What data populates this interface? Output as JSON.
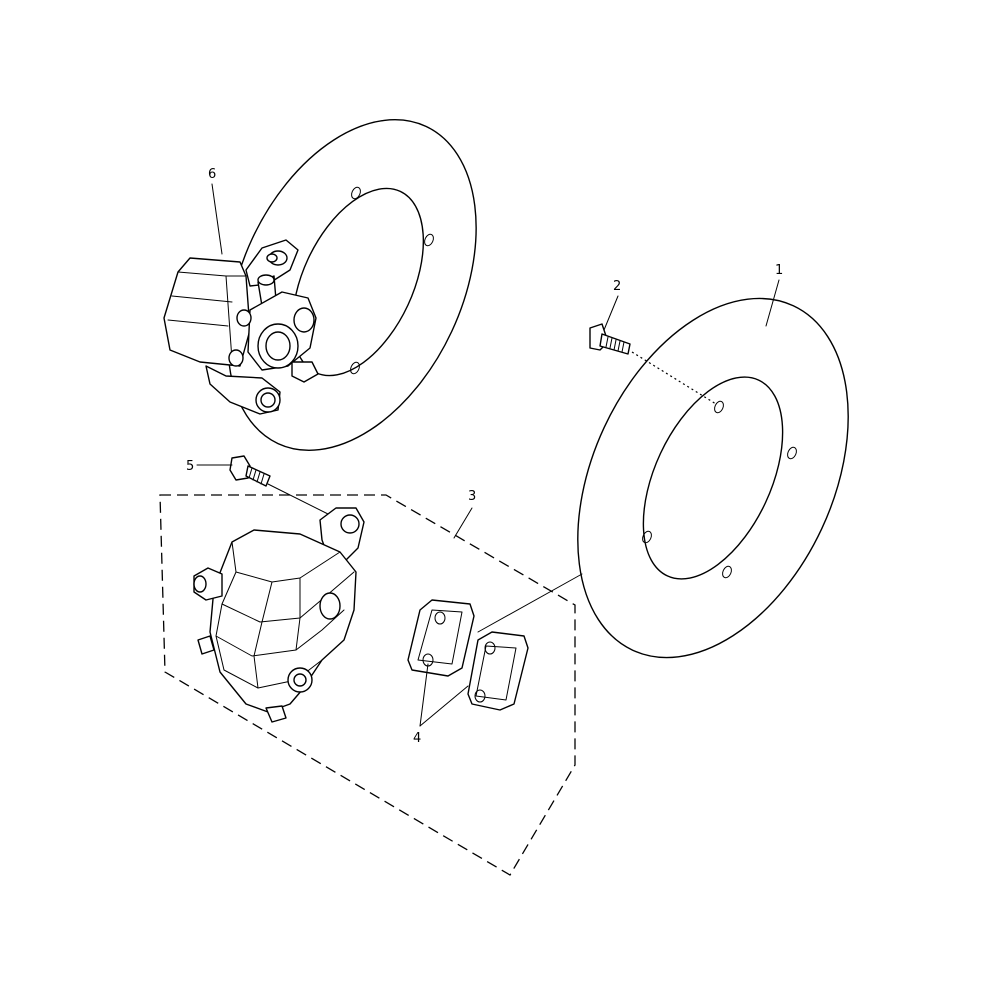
{
  "diagram": {
    "callouts": [
      {
        "id": "1",
        "label": "1"
      },
      {
        "id": "2",
        "label": "2"
      },
      {
        "id": "3",
        "label": "3"
      },
      {
        "id": "4",
        "label": "4"
      },
      {
        "id": "5",
        "label": "5"
      },
      {
        "id": "6",
        "label": "6"
      }
    ],
    "parts": [
      "brake-disc",
      "disc-bolt",
      "caliper-assembly",
      "brake-pads",
      "caliper-bolt",
      "caliper-installed"
    ]
  }
}
